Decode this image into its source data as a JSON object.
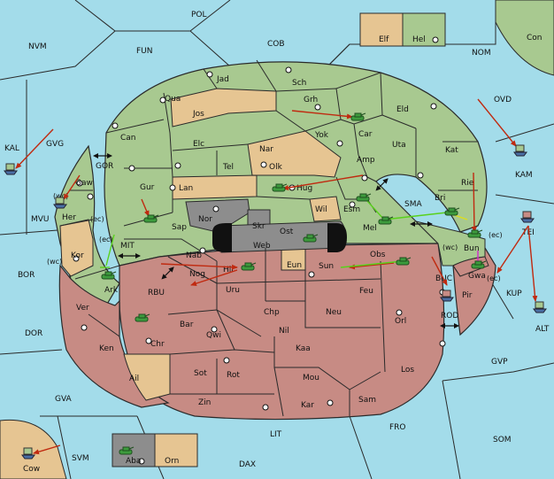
{
  "colors": {
    "sea": "#a3dcea",
    "green": "#a8c990",
    "tan": "#e6c592",
    "red": "#c78b84",
    "dark": "#8d8d8d",
    "border": "#2a2a2a",
    "order_red": "#c02a10",
    "order_green": "#59d11c",
    "order_yellow": "#dede1a",
    "order_magenta": "#d32ad0"
  },
  "sea_labels": {
    "pol": "POL",
    "nvm": "NVM",
    "fun": "FUN",
    "cob": "COB",
    "nom": "NOM",
    "con": "Con",
    "kal": "KAL",
    "gvg": "GVG",
    "gor": "GOR",
    "mvu": "MVU",
    "mit": "MIT",
    "bor": "BOR",
    "rbu": "RBU",
    "dor": "DOR",
    "gva": "GVA",
    "cow": "Cow",
    "svm": "SVM",
    "dax": "DAX",
    "lit": "LIT",
    "fro": "FRO",
    "som": "SOM",
    "gvp": "GVP",
    "alt": "ALT",
    "kup": "KUP",
    "tei": "TEI",
    "kam": "KAM",
    "ovd": "OVD",
    "sma": "SMA",
    "buc": "BUC",
    "rod": "ROD"
  },
  "land_labels": {
    "elf": "Elf",
    "hel": "Hel",
    "jad": "Jad",
    "sch": "Sch",
    "qua": "Qua",
    "jos": "Jos",
    "grh": "Grh",
    "eld": "Eld",
    "can": "Can",
    "yok": "Yok",
    "car": "Car",
    "uta": "Uta",
    "kat": "Kat",
    "elc": "Elc",
    "nar": "Nar",
    "tel": "Tel",
    "olk": "Olk",
    "amp": "Amp",
    "gaw": "Gaw",
    "gur": "Gur",
    "lan": "Lan",
    "hug": "Hug",
    "rie": "Rie",
    "bri": "Bri",
    "wil": "Wil",
    "esm": "Esm",
    "nor": "Nor",
    "skr": "Skr",
    "ost": "Ost",
    "web": "Web",
    "mel": "Mel",
    "her": "Her",
    "sap": "Sap",
    "kor": "Kor",
    "bun": "Bun",
    "obs": "Obs",
    "nab": "Nab",
    "eun": "Eun",
    "sun": "Sun",
    "gwa": "Gwa",
    "hir": "Hir",
    "nog": "Nog",
    "ark": "Ark",
    "uru": "Uru",
    "feu": "Feu",
    "pir": "Pir",
    "ver": "Ver",
    "chp": "Chp",
    "neu": "Neu",
    "orl": "Orl",
    "bar": "Bar",
    "qwi": "Qwi",
    "nil": "Nil",
    "ken": "Ken",
    "chr": "Chr",
    "kaa": "Kaa",
    "ail": "Ail",
    "sot": "Sot",
    "rot": "Rot",
    "mou": "Mou",
    "los": "Los",
    "zin": "Zin",
    "kar": "Kar",
    "sam": "Sam",
    "aba": "Aba",
    "orn": "Orn"
  },
  "coast_labels": {
    "wc_gaw": "(wc)",
    "ec_her": "(ec)",
    "ec_kor": "(ec)",
    "wc_kor": "(wc)",
    "wc_bun": "(wc)",
    "ec_bun": "(ec)",
    "ec_gwa": "(ec)"
  }
}
